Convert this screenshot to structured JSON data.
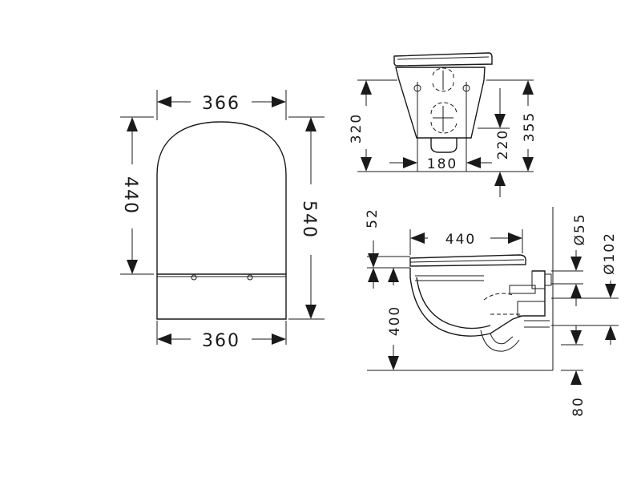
{
  "top_view": {
    "seat_width": "366",
    "seat_length": "440",
    "bowl_length": "540",
    "bowl_width": "360"
  },
  "front_view": {
    "height": "320",
    "fixing_spacing": "180",
    "fixing_height": "220",
    "total_height": "355"
  },
  "side_view": {
    "seat_thickness": "52",
    "length": "440",
    "outlet_diameter": "Ø55",
    "drain_diameter": "Ø102",
    "height": "400",
    "drain_offset": "80"
  }
}
